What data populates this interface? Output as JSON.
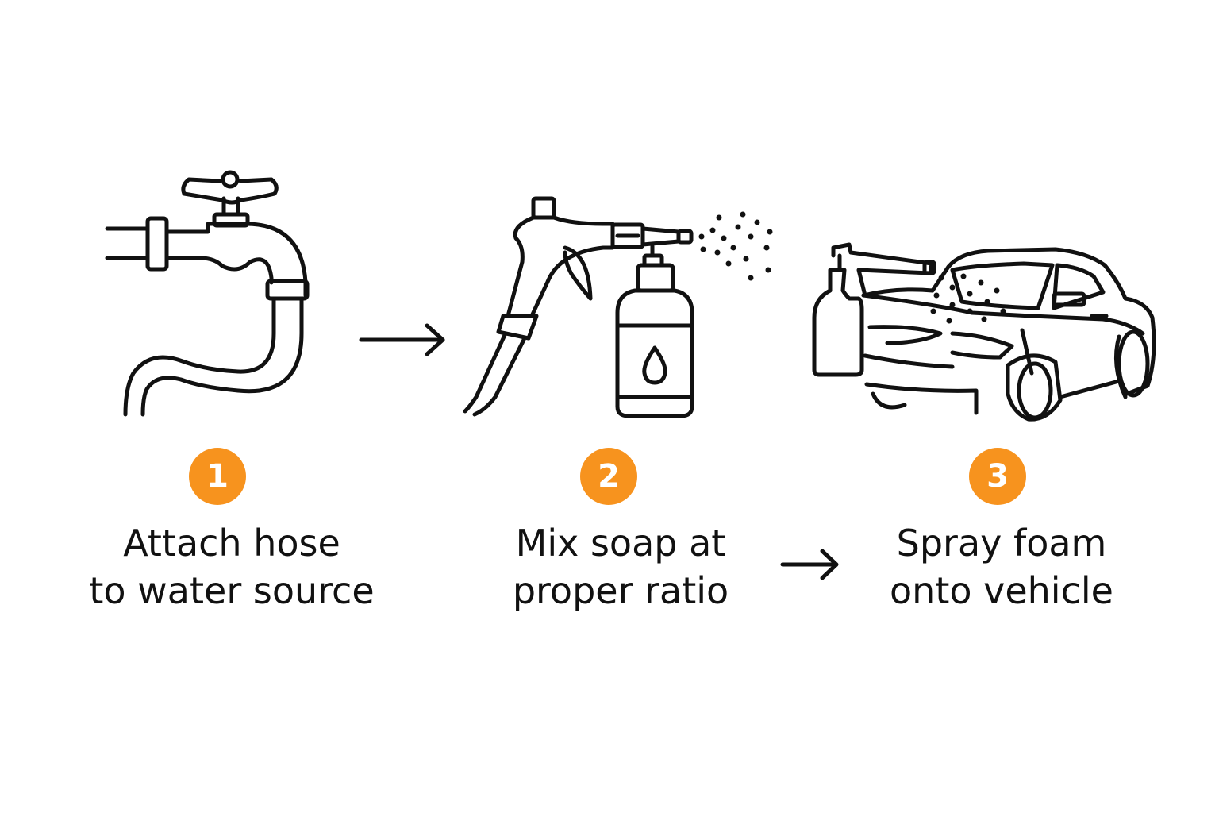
{
  "accent_color": "#F7931E",
  "line_color": "#111111",
  "steps": [
    {
      "number": "1",
      "line1": "Attach hose",
      "line2": "to water source",
      "icon": "faucet-with-hose-icon"
    },
    {
      "number": "2",
      "line1": "Mix soap at",
      "line2": "proper ratio",
      "icon": "foam-gun-bottle-icon"
    },
    {
      "number": "3",
      "line1": "Spray foam",
      "line2": "onto vehicle",
      "icon": "car-being-sprayed-icon"
    }
  ],
  "arrows": [
    "arrow-right-icon",
    "arrow-right-icon"
  ]
}
